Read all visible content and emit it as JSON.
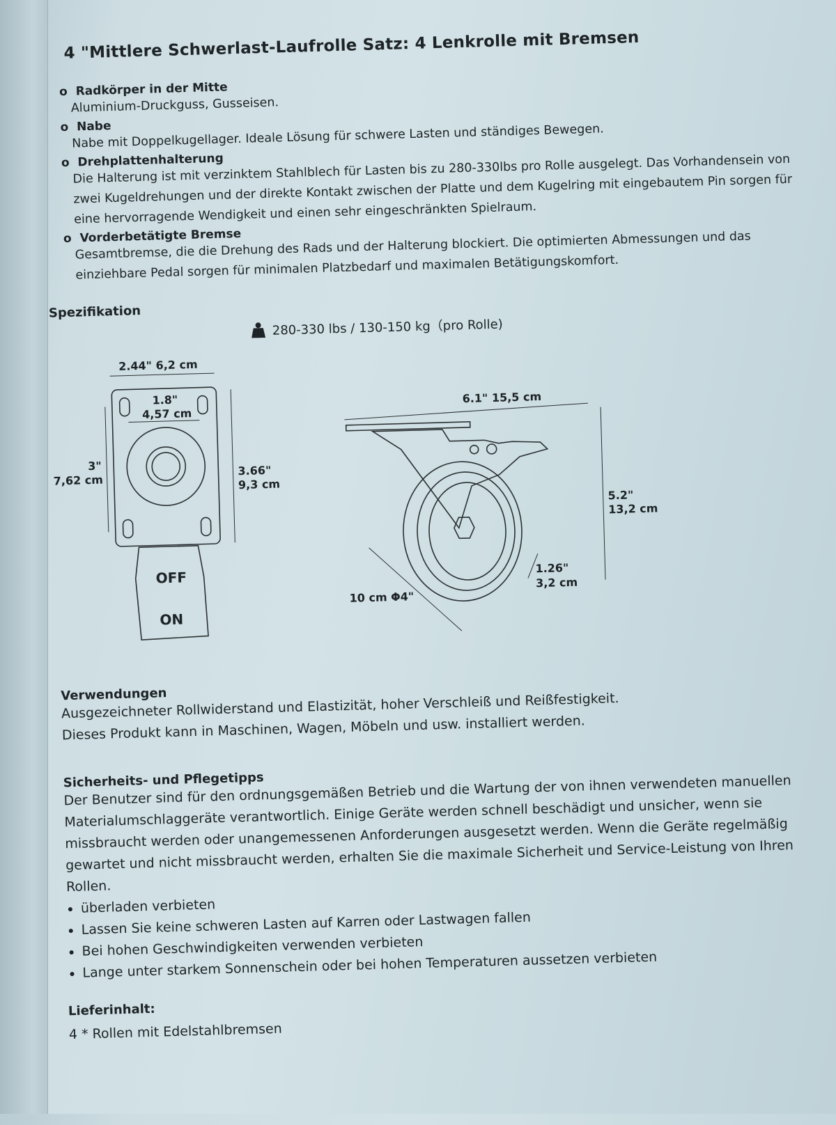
{
  "title": "4 \"Mittlere Schwerlast-Laufrolle Satz: 4 Lenkrolle mit Bremsen",
  "features": [
    {
      "heading": "Radkörper in der Mitte",
      "text": "Aluminium-Druckguss, Gusseisen."
    },
    {
      "heading": "Nabe",
      "text": "Nabe mit Doppelkugellager. Ideale Lösung für schwere Lasten und ständiges Bewegen."
    },
    {
      "heading": "Drehplattenhalterung",
      "text": "Die Halterung ist mit verzinktem Stahlblech für Lasten bis zu 280-330lbs pro Rolle ausgelegt. Das Vorhandensein von zwei Kugeldrehungen und der direkte Kontakt zwischen der Platte und dem Kugelring mit eingebautem Pin sorgen für eine hervorragende Wendigkeit und einen sehr eingeschränkten Spielraum."
    },
    {
      "heading": "Vorderbetätigte Bremse",
      "text": "Gesamtbremse, die die Drehung des Rads und der Halterung blockiert. Die optimierten Abmessungen und das einziehbare Pedal sorgen für minimalen Platzbedarf und maximalen Betätigungskomfort."
    }
  ],
  "bullet_marker": "o",
  "spec": {
    "heading": "Spezifikation",
    "load": "280-330 lbs / 130-150 kg（pro Rolle)",
    "top_view": {
      "width": "2.44\"  6,2 cm",
      "hole_spacing_in": "1.8\"",
      "hole_spacing_cm": "4,57 cm",
      "hole_height_in": "3\"",
      "hole_height_cm": "7,62 cm",
      "plate_height_in": "3.66\"",
      "plate_height_cm": "9,3 cm",
      "brake_off": "OFF",
      "brake_on": "ON"
    },
    "side_view": {
      "length": "6.1\"  15,5 cm",
      "height_in": "5.2\"",
      "height_cm": "13,2 cm",
      "tread_in": "1.26\"",
      "tread_cm": "3,2 cm",
      "diameter": "10 cm   Φ4\""
    }
  },
  "usage": {
    "heading": "Verwendungen",
    "lines": [
      "Ausgezeichneter Rollwiderstand und Elastizität, hoher Verschleiß und Reißfestigkeit.",
      "Dieses Produkt kann in Maschinen, Wagen, Möbeln und usw. installiert werden."
    ]
  },
  "safety": {
    "heading": "Sicherheits- und Pflegetipps",
    "text": "Der Benutzer sind für den ordnungsgemäßen Betrieb und die Wartung der von ihnen verwendeten manuellen Materialumschlaggeräte verantwortlich. Einige Geräte werden schnell beschädigt und unsicher, wenn sie missbraucht werden oder unangemessenen Anforderungen ausgesetzt werden. Wenn die Geräte regelmäßig gewartet und nicht missbraucht werden, erhalten Sie die maximale Sicherheit und Service-Leistung von Ihren Rollen.",
    "bullets": [
      "überladen verbieten",
      "Lassen Sie keine schweren Lasten auf Karren oder Lastwagen fallen",
      "Bei hohen Geschwindigkeiten verwenden verbieten",
      "Lange unter starkem Sonnenschein oder bei hohen Temperaturen aussetzen verbieten"
    ]
  },
  "contents": {
    "heading": "Lieferinhalt:",
    "text": "4 * Rollen mit Edelstahlbremsen"
  }
}
